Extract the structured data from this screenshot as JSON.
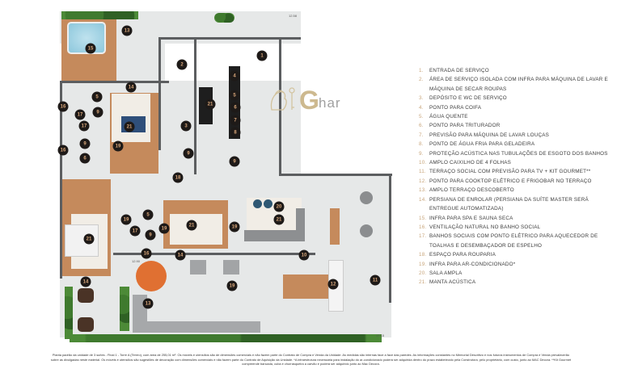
{
  "floor_plan": {
    "markers": [
      "13",
      "15",
      "2",
      "1",
      "4",
      "14",
      "5",
      "21",
      "5",
      "16",
      "17",
      "9",
      "6",
      "7",
      "17",
      "21",
      "3",
      "8",
      "9",
      "16",
      "19",
      "6",
      "9",
      "9",
      "18",
      "19",
      "5",
      "21",
      "17",
      "9",
      "19",
      "21",
      "19",
      "20",
      "21",
      "16",
      "14",
      "10",
      "14",
      "19",
      "12",
      "11",
      "13"
    ],
    "dimensions": [
      "12.58",
      "17.15",
      "12.90"
    ]
  },
  "logo": {
    "text_g": "G",
    "text_rest": "har",
    "color": "#c9b48a"
  },
  "legend": {
    "items": [
      {
        "num": "1.",
        "text": "ENTRADA DE SERVIÇO"
      },
      {
        "num": "2.",
        "text": "ÁREA DE SERVIÇO ISOLADA COM INFRA PARA MÁQUINA DE LAVAR E MÁQUINA DE SECAR ROUPAS"
      },
      {
        "num": "3.",
        "text": "DEPÓSITO E WC DE SERVIÇO"
      },
      {
        "num": "4.",
        "text": "PONTO PARA COIFA"
      },
      {
        "num": "5.",
        "text": "ÁGUA QUENTE"
      },
      {
        "num": "6.",
        "text": "PONTO PARA TRITURADOR"
      },
      {
        "num": "7.",
        "text": "PREVISÃO PARA MÁQUINA DE LAVAR LOUÇAS"
      },
      {
        "num": "8.",
        "text": "PONTO DE ÁGUA FRIA PARA GELADEIRA"
      },
      {
        "num": "9.",
        "text": "PROTEÇÃO ACÚSTICA NAS TUBULAÇÕES DE ESGOTO DOS BANHOS"
      },
      {
        "num": "10.",
        "text": "AMPLO CAIXILHO DE 4 FOLHAS"
      },
      {
        "num": "11.",
        "text": "TERRAÇO SOCIAL COM PREVISÃO PARA TV + KIT GOURMET**"
      },
      {
        "num": "12.",
        "text": "PONTO PARA COOKTOP ELÉTRICO E FRIGOBAR NO TERRAÇO"
      },
      {
        "num": "13.",
        "text": "AMPLO TERRAÇO DESCOBERTO"
      },
      {
        "num": "14.",
        "text": "PERSIANA DE ENROLAR (PERSIANA DA SUÍTE MASTER SERÁ ENTREGUE AUTOMATIZADA)"
      },
      {
        "num": "15.",
        "text": "INFRA PARA SPA E SAUNA SECA"
      },
      {
        "num": "16.",
        "text": "VENTILAÇÃO NATURAL NO BANHO SOCIAL"
      },
      {
        "num": "17.",
        "text": "BANHOS SOCIAIS COM PONTO ELÉTRICO PARA AQUECEDOR DE TOALHAS E DESEMBAÇADOR DE ESPELHO"
      },
      {
        "num": "18.",
        "text": "ESPAÇO PARA ROUPARIA"
      },
      {
        "num": "19.",
        "text": "INFRA PARA AR-CONDICIONADO*"
      },
      {
        "num": "20.",
        "text": "SALA AMPLA"
      },
      {
        "num": "21.",
        "text": "MANTA ACÚSTICA"
      }
    ]
  },
  "footnote": "Planta padrão da unidade de 3 suítes - Final 1 - Torre A (Terreo), com área de 255,01 m². Os móveis e utensílios são de dimensões comerciais e não fazem parte do Contrato de Compra e Venda da Unidade. As medidas são internas face a face das paredes. As informações constantes no Memorial Descritivo e nos futuros instrumentos de Compra e Venda prevalecerão sobre as divulgadas neste material. Os móveis e utensílios são sugestões de decoração com dimensões comerciais e não fazem parte do Contrato de Aquisição da Unidade. *A infraestrutura necessária para instalação do ar-condicionado poderá ser adquirida dentro do prazo estabelecido pela Construtora, pelo proprietário, com custo, junto ao MAC Decora. **Kit Gourmet compreende bancada, cuba e churrasqueira a carvão e poderá ser adquirido junto ao Mac Decora."
}
